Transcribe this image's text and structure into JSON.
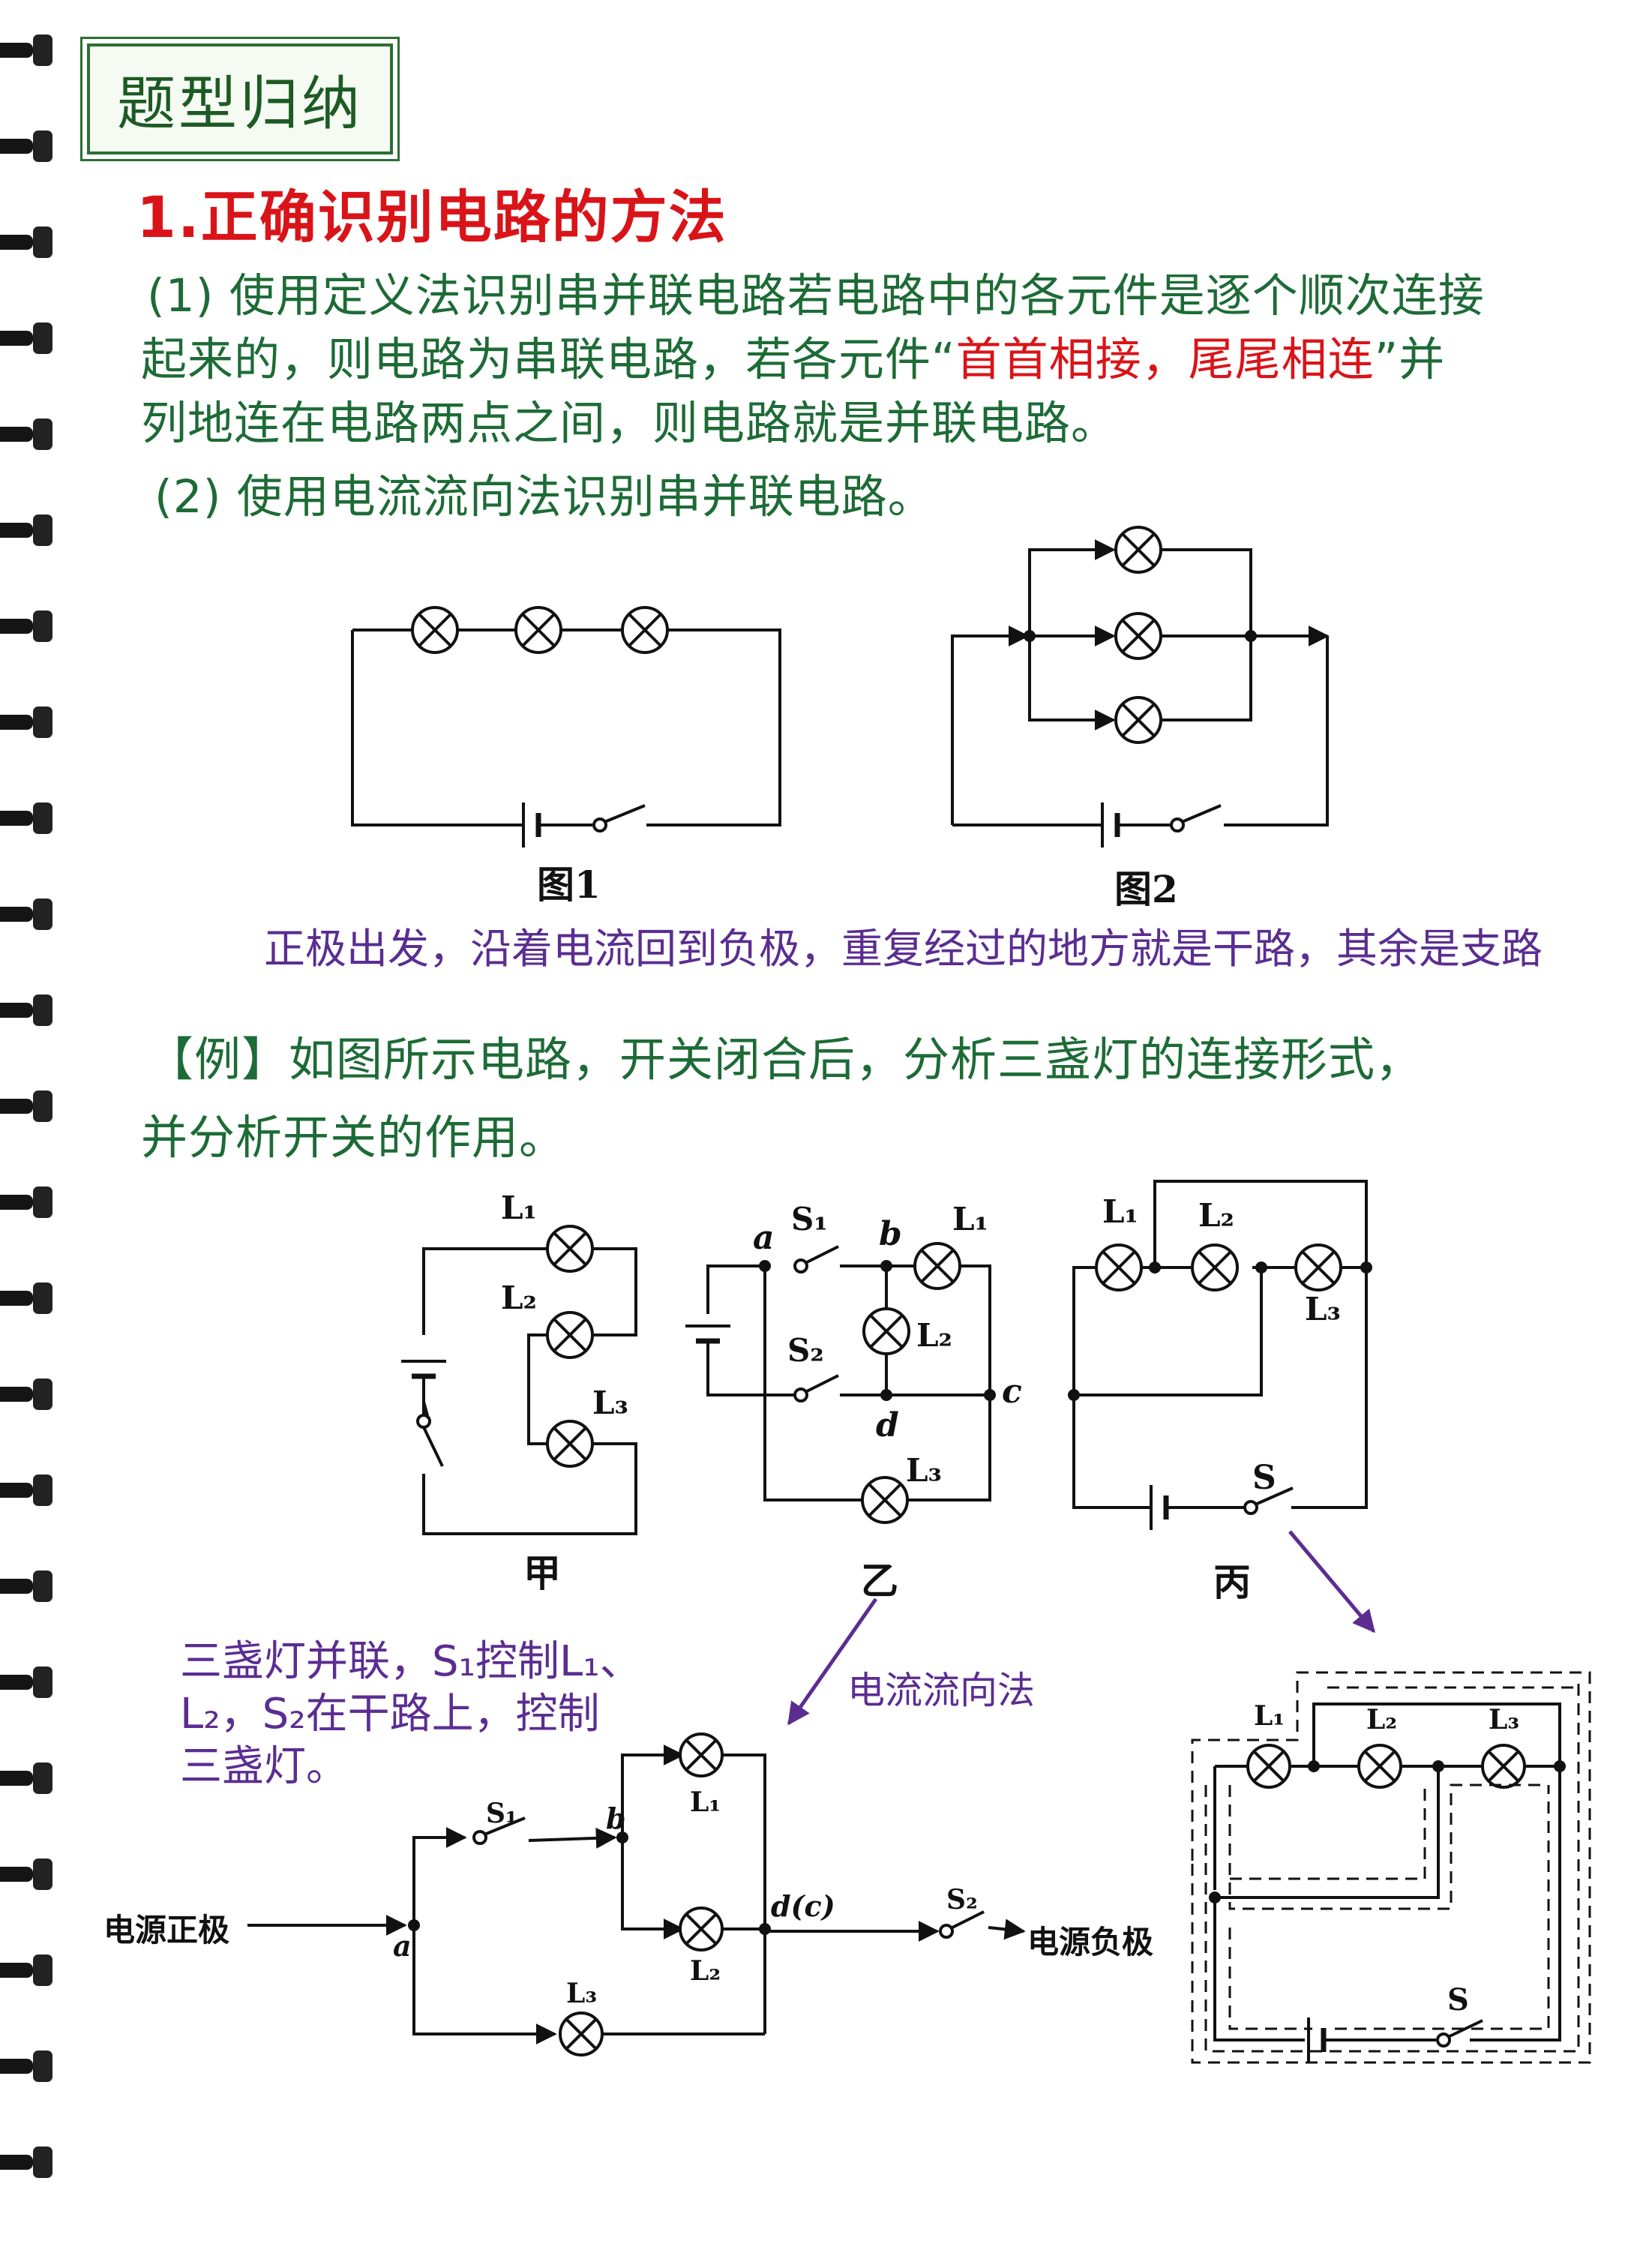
{
  "title": "题型归纳",
  "heading": "1.正确识别电路的方法",
  "method1": {
    "line1": "(1) 使用定义法识别串并联电路若电路中的各元件是逐个顺次连接",
    "line2a": "起来的，则电路为串联电路，若各元件“",
    "line2b": "首首相接，尾尾相连",
    "line2c": "”并",
    "line3": "列地连在电路两点之间，则电路就是并联电路。"
  },
  "method2": "(2) 使用电流流向法识别串并联电路。",
  "figures": {
    "fig1": "图1",
    "fig2": "图2"
  },
  "rule_note": "正极出发，沿着电流回到负极，重复经过的地方就是干路，其余是支路",
  "example": {
    "line1": "【例】如图所示电路，开关闭合后，分析三盏灯的连接形式，",
    "line2": "并分析开关的作用。"
  },
  "circuit_labels": {
    "jia": "甲",
    "yi": "乙",
    "bing": "丙",
    "a": "a",
    "b": "b",
    "c": "c",
    "d": "d",
    "dc": "d(c)",
    "s": "S"
  },
  "analysis_note": {
    "line1": "三盏灯并联，S₁控制L₁、",
    "line2": "L₂，S₂在干路上，控制",
    "line3": "三盏灯。"
  },
  "flow_method": "电流流向法",
  "source_positive": "电源正极",
  "source_negative": "电源负极",
  "colors": {
    "green_text": "#1d6b36",
    "red_text": "#d91419",
    "purple_text": "#5b2d91",
    "title_border": "#2b6e33"
  }
}
